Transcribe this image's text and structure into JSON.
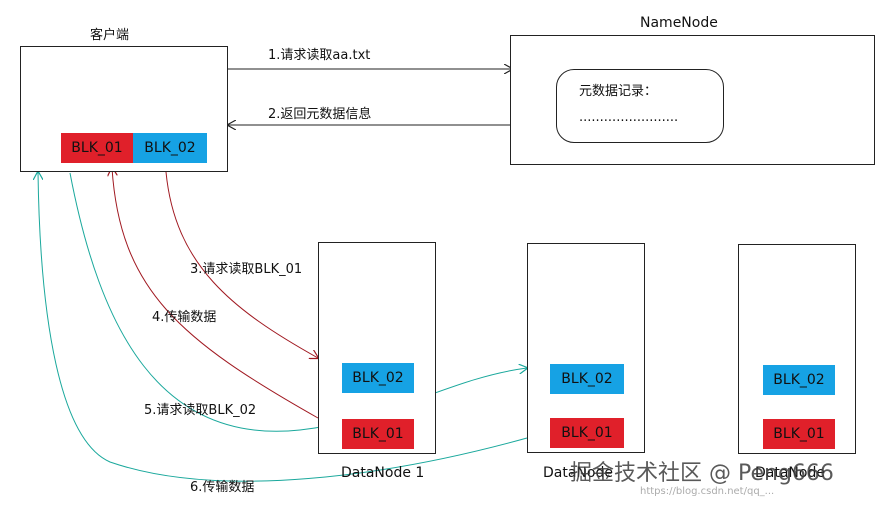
{
  "client": {
    "title": "客户端",
    "blk1": "BLK_01",
    "blk2": "BLK_02"
  },
  "namenode": {
    "title": "NameNode",
    "meta_title": "元数据记录：",
    "meta_dots": "........................"
  },
  "datanodes": [
    {
      "name": "DataNode 1",
      "blk2": "BLK_02",
      "blk1": "BLK_01"
    },
    {
      "name": "DataNode",
      "blk2": "BLK_02",
      "blk1": "BLK_01"
    },
    {
      "name": "DataNode",
      "blk2": "BLK_02",
      "blk1": "BLK_01"
    }
  ],
  "steps": {
    "s1": "1.请求读取aa.txt",
    "s2": "2.返回元数据信息",
    "s3": "3.请求读取BLK_01",
    "s4": "4.传输数据",
    "s5": "5.请求读取BLK_02",
    "s6": "6.传输数据"
  },
  "watermark": {
    "main": "掘金技术社区 @ Peng666",
    "url": "https://blog.csdn.net/qq_..."
  },
  "colors": {
    "red_block": "#e0202a",
    "blue_block": "#16a2e4",
    "red_arrow": "#a01820",
    "teal_arrow": "#1aa89c"
  }
}
